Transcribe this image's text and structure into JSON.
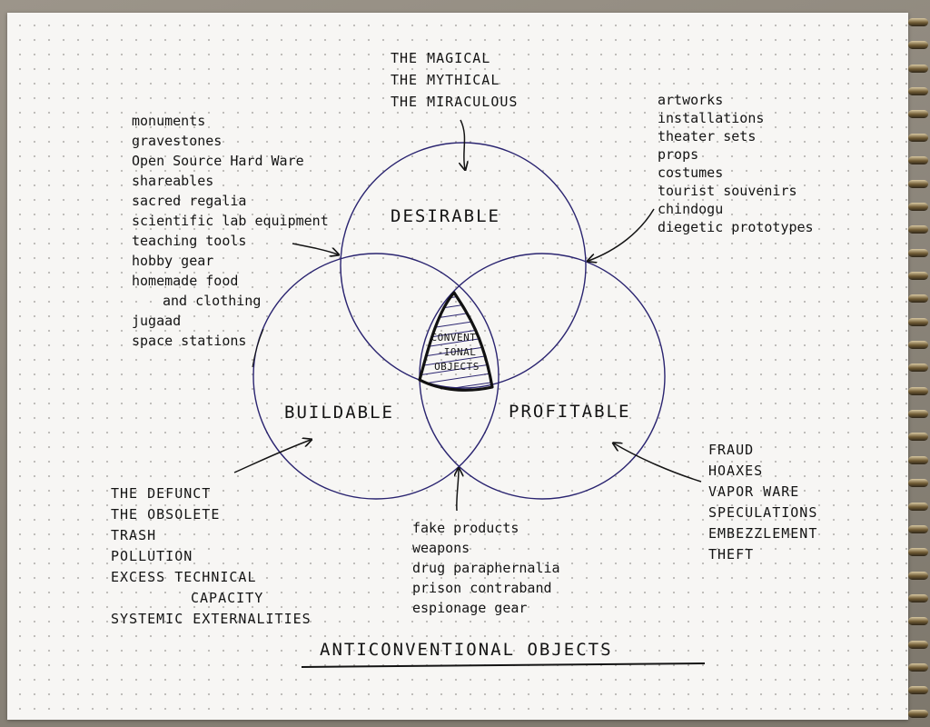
{
  "title": "ANTICONVENTIONAL OBJECTS",
  "circles": {
    "desirable": "DESIRABLE",
    "buildable": "BUILDABLE",
    "profitable": "PROFITABLE"
  },
  "center_label": [
    "CONVENT-",
    "-IONAL",
    "OBJECTS"
  ],
  "top_list": [
    "THE MAGICAL",
    "THE MYTHICAL",
    "THE MIRACULOUS"
  ],
  "left_list": [
    "monuments",
    "gravestones",
    "Open Source Hard Ware",
    "shareables",
    "sacred regalia",
    "scientific lab equipment",
    "teaching tools",
    "hobby gear",
    "homemade food",
    "and clothing",
    "jugaad",
    "space stations"
  ],
  "right_list": [
    "artworks",
    "installations",
    "theater sets",
    "props",
    "costumes",
    "tourist souvenirs",
    "chindogu",
    "diegetic prototypes"
  ],
  "bottom_left_list": [
    "THE DEFUNCT",
    "THE OBSOLETE",
    "TRASH",
    "POLLUTION",
    "EXCESS TECHNICAL",
    "CAPACITY",
    "SYSTEMIC EXTERNALITIES"
  ],
  "bottom_center_list": [
    "fake products",
    "weapons",
    "drug paraphernalia",
    "prison contraband",
    "espionage gear"
  ],
  "bottom_right_list": [
    "FRAUD",
    "HOAXES",
    "VAPOR WARE",
    "SPECULATIONS",
    "EMBEZZLEMENT",
    "THEFT"
  ],
  "colors": {
    "circle_stroke": "#2a2470",
    "ink": "#141414",
    "paper": "#f7f6f4"
  }
}
